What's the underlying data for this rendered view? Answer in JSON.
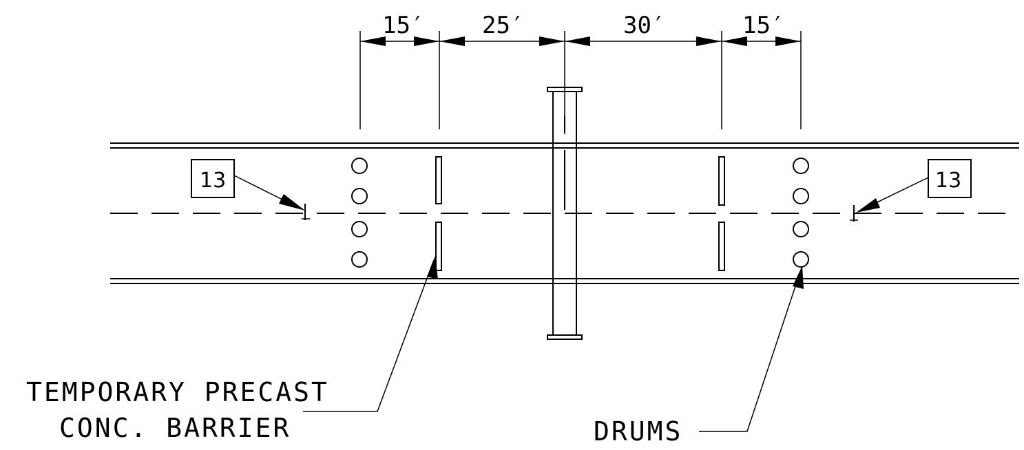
{
  "dimensions": {
    "d1": "15′",
    "d2": "25′",
    "d3": "30′",
    "d4": "15′"
  },
  "tags": {
    "left": "13",
    "right": "13"
  },
  "labels": {
    "barrier_line1": "TEMPORARY PRECAST",
    "barrier_line2": "CONC. BARRIER",
    "drums": "DRUMS"
  },
  "colors": {
    "ink": "#000000",
    "paper": "#ffffff"
  }
}
